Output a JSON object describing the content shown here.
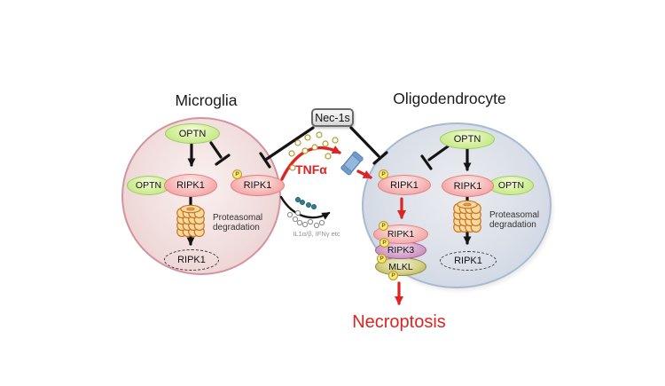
{
  "figure": {
    "type": "signaling-pathway-diagram",
    "cells": {
      "microglia": {
        "title": "Microglia"
      },
      "oligodendrocyte": {
        "title": "Oligodendrocyte"
      }
    },
    "proteins": {
      "optn": "OPTN",
      "ripk1": "RIPK1",
      "ripk3": "RIPK3",
      "mlkl": "MLKL"
    },
    "labels": {
      "inhibitor": "Nec-1s",
      "tnfa": "TNFα",
      "cytokines": "IL1α/β, IFNγ etc",
      "necroptosis": "Necroptosis",
      "degradation_line1": "Proteasomal",
      "degradation_line2": "degradation",
      "phospho": "P"
    },
    "colors": {
      "microglia_fill": "#f1dddd",
      "microglia_border": "#d294a0",
      "oligodendrocyte_fill": "#dadfe8",
      "oligodendrocyte_border": "#a9bacf",
      "optn_green": "#c7e88f",
      "ripk1_pink": "#f5a9a9",
      "ripk3_purple": "#c98cbd",
      "mlkl_olive": "#c2bd67",
      "phospho_yellow": "#f3dc3f",
      "proteasome_orange": "#f8d9a2",
      "receptor_blue": "#94b7dc",
      "signal_red": "#dd2423",
      "arrow_black": "#141414",
      "cytokine_teal": "#2e7f96"
    },
    "icons": {
      "proteasome-icon": "stacked-bead-barrel",
      "receptor-icon": "membrane-receptor-cylinder",
      "phosphate-badge-icon": "yellow-circle-with-P",
      "cytokine-ring-dot-icon": "small-white-ring-dot",
      "cytokine-teal-dot-icon": "small-teal-dot"
    }
  }
}
